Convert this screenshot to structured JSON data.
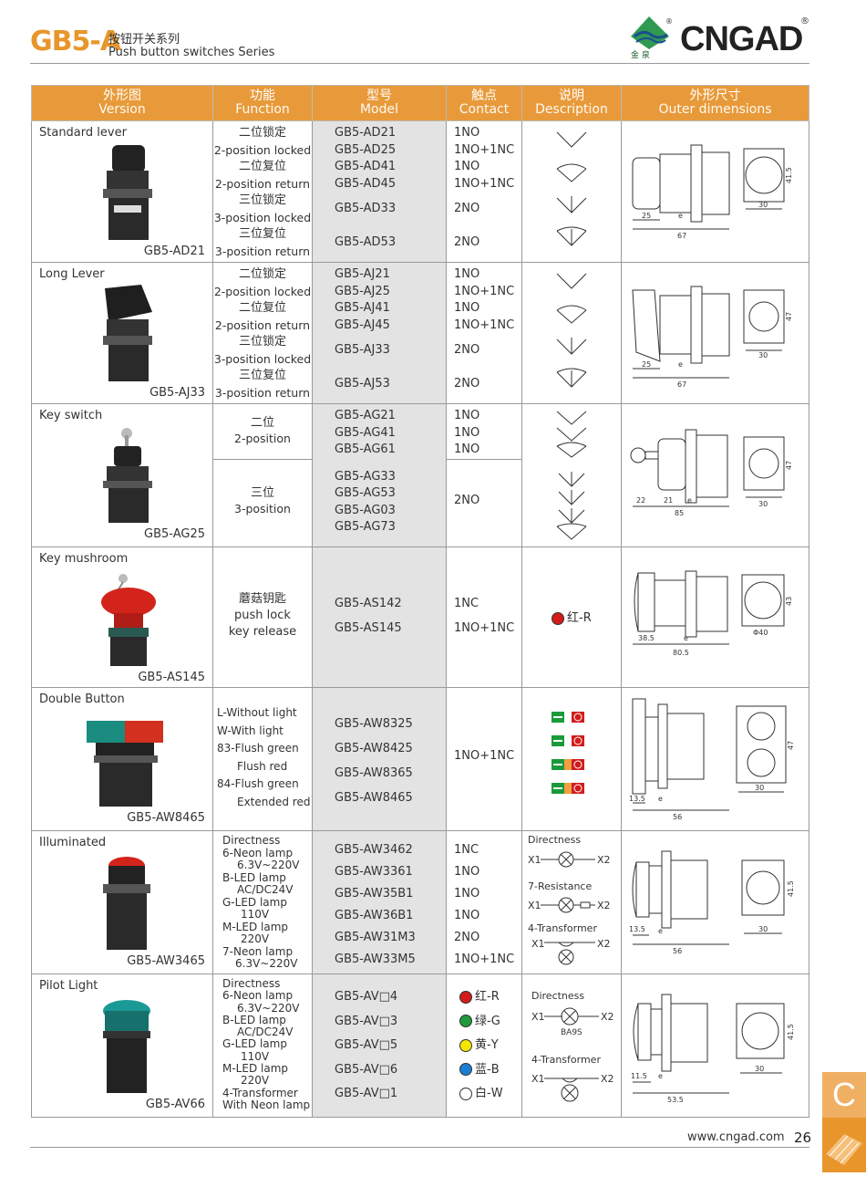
{
  "header": {
    "series": "GB5-A",
    "title_cn": "按钮开关系列",
    "title_en": "Push button switches Series",
    "logo": "CNGAD",
    "logo_cn": "金 泉"
  },
  "columns": [
    {
      "cn": "外形图",
      "en": "Version"
    },
    {
      "cn": "功能",
      "en": "Function"
    },
    {
      "cn": "型号",
      "en": "Model"
    },
    {
      "cn": "触点",
      "en": "Contact"
    },
    {
      "cn": "说明",
      "en": "Description"
    },
    {
      "cn": "外形尺寸",
      "en": "Outer dimensions"
    }
  ],
  "rows": [
    {
      "name": "Standard lever",
      "code": "GB5-AD21",
      "functions": [
        "二位锁定",
        "2-position locked",
        "二位复位",
        "2-position return",
        "三位锁定",
        "3-position locked",
        "三位复位",
        "3-position return"
      ],
      "models": [
        "GB5-AD21",
        "GB5-AD25",
        "GB5-AD41",
        "GB5-AD45",
        "GB5-AD33",
        "GB5-AD53"
      ],
      "contacts": [
        "1NO",
        "1NO+1NC",
        "1NO",
        "1NO+1NC",
        "2NO",
        "2NO"
      ],
      "dims": [
        "25",
        "e",
        "67",
        "30",
        "41.5"
      ]
    },
    {
      "name": "Long Lever",
      "code": "GB5-AJ33",
      "functions": [
        "二位锁定",
        "2-position locked",
        "二位复位",
        "2-position return",
        "三位锁定",
        "3-position locked",
        "三位复位",
        "3-position return"
      ],
      "models": [
        "GB5-AJ21",
        "GB5-AJ25",
        "GB5-AJ41",
        "GB5-AJ45",
        "GB5-AJ33",
        "GB5-AJ53"
      ],
      "contacts": [
        "1NO",
        "1NO+1NC",
        "1NO",
        "1NO+1NC",
        "2NO",
        "2NO"
      ],
      "dims": [
        "25",
        "e",
        "67",
        "30",
        "47"
      ]
    },
    {
      "name": "Key switch",
      "code": "GB5-AG25",
      "functions_a": [
        "二位",
        "2-position"
      ],
      "functions_b": [
        "三位",
        "3-position"
      ],
      "models_a": [
        "GB5-AG21",
        "GB5-AG41",
        "GB5-AG61"
      ],
      "models_b": [
        "GB5-AG33",
        "GB5-AG53",
        "GB5-AG03",
        "GB5-AG73"
      ],
      "contacts_a": [
        "1NO",
        "1NO",
        "1NO"
      ],
      "contacts_b": [
        "2NO"
      ],
      "dims": [
        "22",
        "21",
        "e",
        "85",
        "30",
        "47"
      ]
    },
    {
      "name": "Key mushroom",
      "code": "GB5-AS145",
      "functions": [
        "蘑菇钥匙",
        "push lock",
        "key release"
      ],
      "models": [
        "GB5-AS142",
        "GB5-AS145"
      ],
      "contacts": [
        "1NC",
        "1NO+1NC"
      ],
      "desc": "红-R",
      "dims": [
        "38.5",
        "e",
        "80.5",
        "Φ40",
        "43"
      ]
    },
    {
      "name": "Double Button",
      "code": "GB5-AW8465",
      "functions": [
        "L-Without light",
        "W-With light",
        "83-Flush green",
        "Flush red",
        "84-Flush green",
        "Extended red"
      ],
      "models": [
        "GB5-AW8325",
        "GB5-AW8425",
        "GB5-AW8365",
        "GB5-AW8465"
      ],
      "contacts": [
        "1NO+1NC"
      ],
      "dims": [
        "13.5",
        "e",
        "56",
        "30",
        "47"
      ]
    },
    {
      "name": "Illuminated",
      "code": "GB5-AW3465",
      "functions": [
        "Directness",
        "6-Neon lamp",
        "6.3V~220V",
        "B-LED lamp",
        "AC/DC24V",
        "G-LED lamp",
        "110V",
        "M-LED lamp",
        "220V",
        "7-Neon lamp",
        "6.3V~220V"
      ],
      "models": [
        "GB5-AW3462",
        "GB5-AW3361",
        "GB5-AW35B1",
        "GB5-AW36B1",
        "GB5-AW31M3",
        "GB5-AW33M5"
      ],
      "contacts": [
        "1NC",
        "1NO",
        "1NO",
        "1NO",
        "2NO",
        "1NO+1NC"
      ],
      "desc": [
        "Directness",
        "X1",
        "X2",
        "7-Resistance",
        "X1",
        "X2",
        "4-Transformer",
        "X1",
        "X2"
      ],
      "dims": [
        "13.5",
        "e",
        "56",
        "30",
        "41.5"
      ]
    },
    {
      "name": "Pilot Light",
      "code": "GB5-AV66",
      "functions": [
        "Directness",
        "6-Neon lamp",
        "6.3V~220V",
        "B-LED lamp",
        "AC/DC24V",
        "G-LED lamp",
        "110V",
        "M-LED lamp",
        "220V",
        "4-Transformer",
        "With Neon lamp"
      ],
      "models": [
        "GB5-AV□4",
        "GB5-AV□3",
        "GB5-AV□5",
        "GB5-AV□6",
        "GB5-AV□1"
      ],
      "colors": [
        "红-R",
        "绿-G",
        "黄-Y",
        "蓝-B",
        "白-W"
      ],
      "color_hex": [
        "#d21c1c",
        "#1f9a3a",
        "#f5e600",
        "#1a7fd4",
        "#ffffff"
      ],
      "desc": [
        "Directness",
        "X1",
        "X2",
        "BA9S",
        "4-Transformer",
        "X1",
        "X2"
      ],
      "dims": [
        "11.5",
        "e",
        "53.5",
        "30",
        "41.5"
      ]
    }
  ],
  "footer": {
    "url": "www.cngad.com",
    "page": "26",
    "tab": "C"
  }
}
